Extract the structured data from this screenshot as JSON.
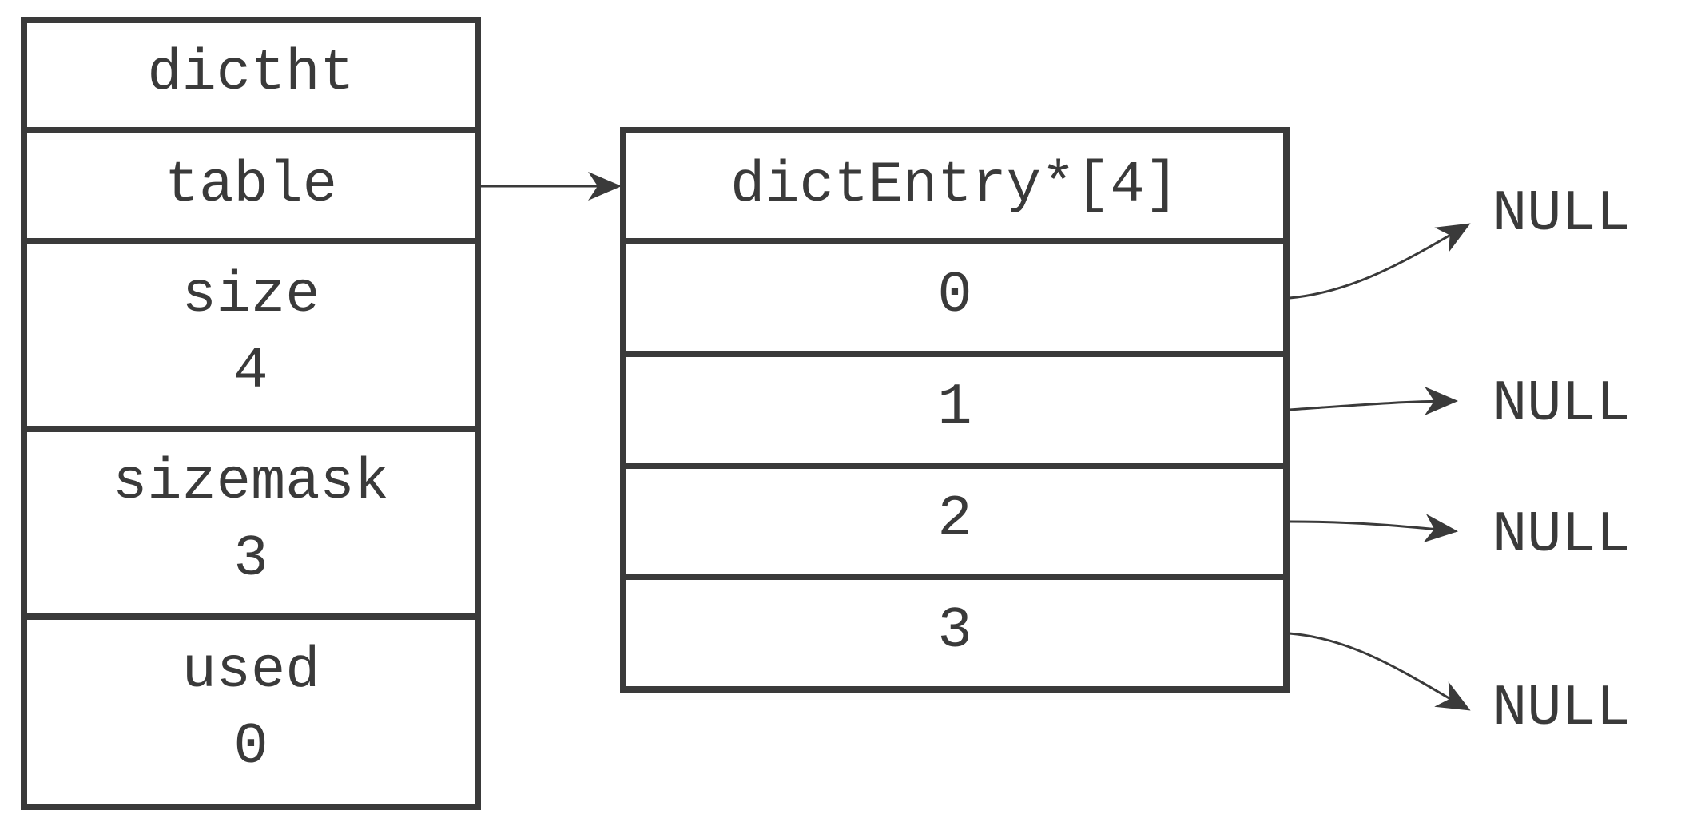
{
  "dictht": {
    "title": "dictht",
    "table_label": "table",
    "size_label": "size",
    "size_value": "4",
    "sizemask_label": "sizemask",
    "sizemask_value": "3",
    "used_label": "used",
    "used_value": "0"
  },
  "entries": {
    "title": "dictEntry*[4]",
    "slots": [
      "0",
      "1",
      "2",
      "3"
    ]
  },
  "null_labels": [
    "NULL",
    "NULL",
    "NULL",
    "NULL"
  ]
}
